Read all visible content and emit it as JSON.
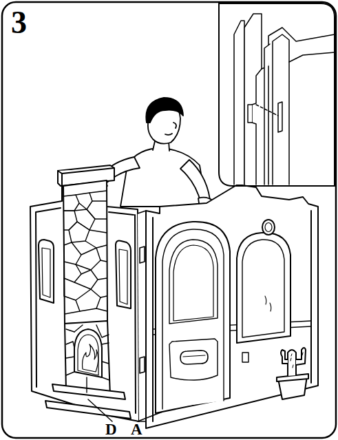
{
  "diagram": {
    "labels": [
      "3",
      "D",
      "A"
    ]
  }
}
